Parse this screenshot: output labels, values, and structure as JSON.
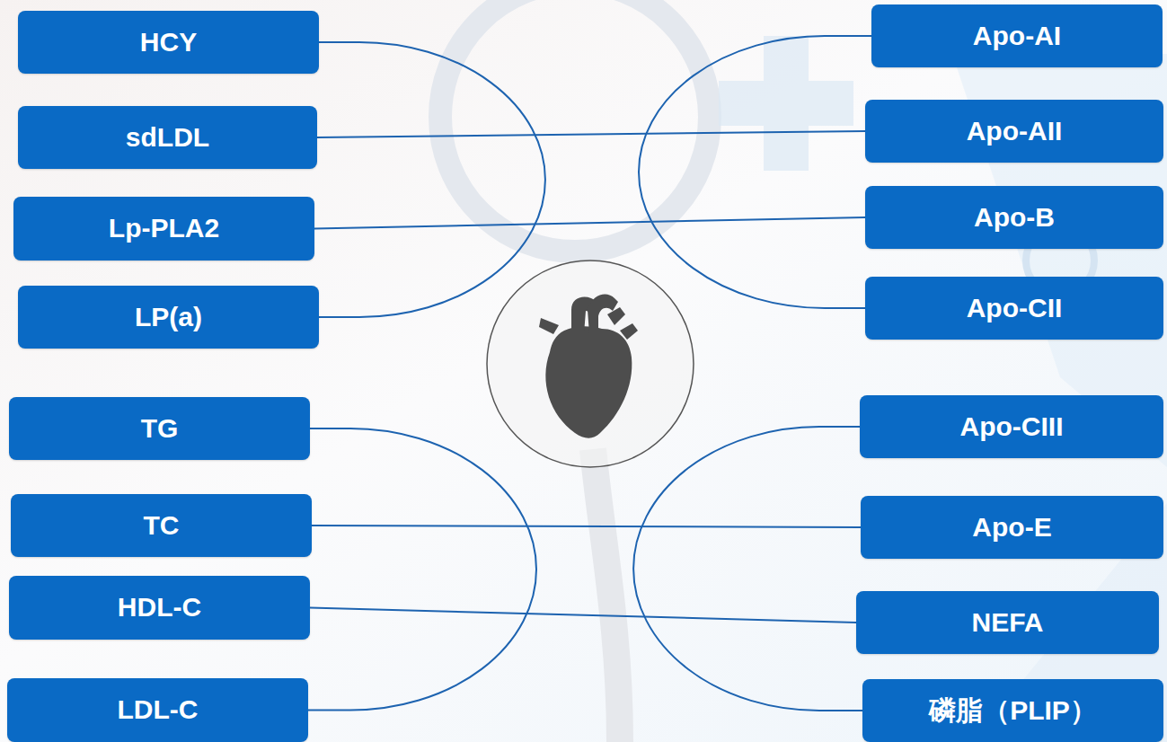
{
  "diagram": {
    "nodes": [
      {
        "text": [
          "HCY"
        ]
      },
      {
        "text": [
          "Apo-AI"
        ]
      },
      {
        "text": [
          "sdLDL"
        ]
      },
      {
        "text": [
          "Apo-AII"
        ]
      },
      {
        "text": [
          "Lp-PLA2"
        ]
      },
      {
        "text": [
          "Apo-B"
        ]
      },
      {
        "text": [
          "LP(a)"
        ]
      },
      {
        "text": [
          "Apo-CII"
        ]
      },
      {
        "text": [
          "TG"
        ]
      },
      {
        "text": [
          "Apo-CIII"
        ]
      },
      {
        "text": [
          "TC"
        ]
      },
      {
        "text": [
          "Apo-E"
        ]
      },
      {
        "text": [
          "HDL-C"
        ]
      },
      {
        "text": [
          "NEFA"
        ]
      },
      {
        "text": [
          "LDL-C"
        ]
      },
      {
        "text": [
          "磷脂（PLIP）"
        ]
      }
    ],
    "edges": [
      {
        "from": 0,
        "to": 6,
        "arrow": "none"
      },
      {
        "from": 1,
        "to": 7,
        "arrow": "none"
      },
      {
        "from": 2,
        "to": 3,
        "arrow": "none"
      },
      {
        "from": 4,
        "to": 5,
        "arrow": "none"
      },
      {
        "from": 8,
        "to": 14,
        "arrow": "none"
      },
      {
        "from": 9,
        "to": 15,
        "arrow": "none"
      },
      {
        "from": 10,
        "to": 11,
        "arrow": "none"
      },
      {
        "from": 12,
        "to": 13,
        "arrow": "none"
      }
    ]
  }
}
